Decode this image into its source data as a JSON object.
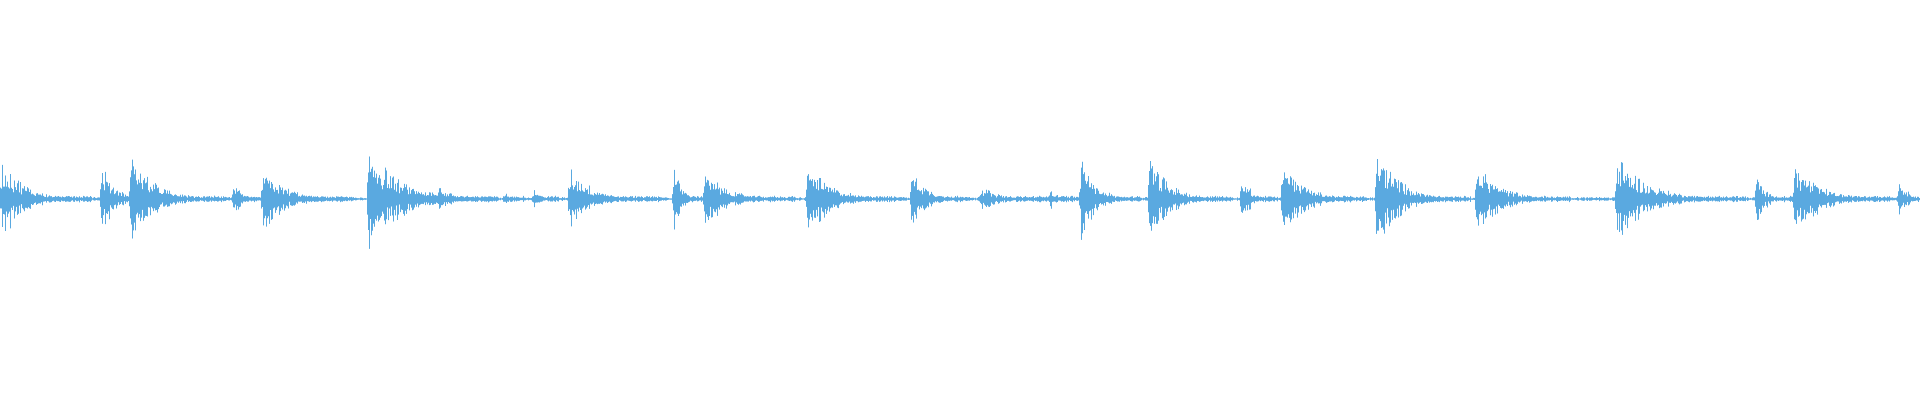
{
  "waveform": {
    "color": "#5aa9e0",
    "background": "#ffffff",
    "duration_units": 1000,
    "baseline_amplitude": 0.006,
    "events": [
      {
        "t": 0,
        "peak": 0.2,
        "decay": 48,
        "shape": "burst"
      },
      {
        "t": 52,
        "peak": 0.17,
        "decay": 30,
        "shape": "burst"
      },
      {
        "t": 67,
        "peak": 0.22,
        "decay": 50,
        "shape": "burst"
      },
      {
        "t": 121,
        "peak": 0.12,
        "decay": 14,
        "shape": "burst"
      },
      {
        "t": 136,
        "peak": 0.16,
        "decay": 48,
        "shape": "burst"
      },
      {
        "t": 191,
        "peak": 0.24,
        "decay": 68,
        "shape": "burst"
      },
      {
        "t": 227,
        "peak": 0.07,
        "decay": 32,
        "shape": "burst"
      },
      {
        "t": 262,
        "peak": 0.06,
        "decay": 12,
        "shape": "burst"
      },
      {
        "t": 277,
        "peak": 0.06,
        "decay": 14,
        "shape": "burst"
      },
      {
        "t": 296,
        "peak": 0.16,
        "decay": 48,
        "shape": "burst"
      },
      {
        "t": 350,
        "peak": 0.19,
        "decay": 16,
        "shape": "burst"
      },
      {
        "t": 366,
        "peak": 0.14,
        "decay": 48,
        "shape": "burst"
      },
      {
        "t": 420,
        "peak": 0.18,
        "decay": 50,
        "shape": "burst"
      },
      {
        "t": 474,
        "peak": 0.16,
        "decay": 32,
        "shape": "burst"
      },
      {
        "t": 510,
        "peak": 0.07,
        "decay": 36,
        "shape": "burst"
      },
      {
        "t": 546,
        "peak": 0.07,
        "decay": 14,
        "shape": "burst"
      },
      {
        "t": 562,
        "peak": 0.22,
        "decay": 32,
        "shape": "burst"
      },
      {
        "t": 598,
        "peak": 0.21,
        "decay": 44,
        "shape": "burst"
      },
      {
        "t": 646,
        "peak": 0.14,
        "decay": 20,
        "shape": "burst"
      },
      {
        "t": 667,
        "peak": 0.21,
        "decay": 44,
        "shape": "burst"
      },
      {
        "t": 716,
        "peak": 0.25,
        "decay": 50,
        "shape": "burst"
      },
      {
        "t": 768,
        "peak": 0.18,
        "decay": 50,
        "shape": "burst"
      },
      {
        "t": 841,
        "peak": 0.2,
        "decay": 68,
        "shape": "burst"
      },
      {
        "t": 914,
        "peak": 0.14,
        "decay": 20,
        "shape": "burst"
      },
      {
        "t": 934,
        "peak": 0.18,
        "decay": 52,
        "shape": "burst"
      },
      {
        "t": 988,
        "peak": 0.11,
        "decay": 20,
        "shape": "burst"
      }
    ]
  }
}
